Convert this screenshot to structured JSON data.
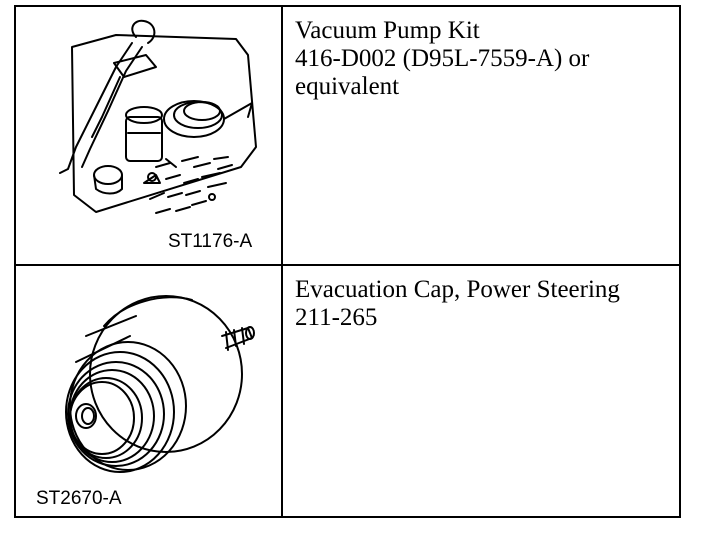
{
  "tools": [
    {
      "figure_id": "ST1176-A",
      "name": "Vacuum Pump Kit",
      "part_number": "416-D002 (D95L-7559-A) or",
      "note": "equivalent"
    },
    {
      "figure_id": "ST2670-A",
      "name": "Evacuation Cap, Power Steering",
      "part_number": "211-265",
      "note": ""
    }
  ]
}
